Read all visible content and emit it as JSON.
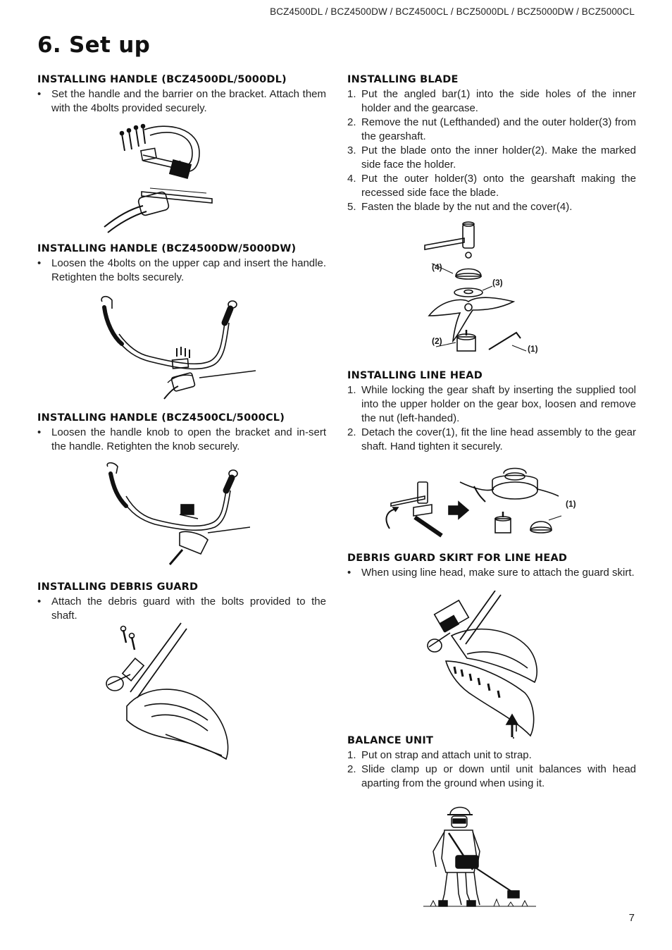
{
  "header": {
    "models": "BCZ4500DL / BCZ4500DW / BCZ4500CL / BCZ5000DL / BCZ5000DW / BCZ5000CL"
  },
  "title": "6. Set up",
  "page_number": "7",
  "left": {
    "handle_dl": {
      "heading": "INSTALLING HANDLE (BCZ4500DL/5000DL)",
      "items": [
        {
          "marker": "•",
          "text": "Set the handle and the barrier on the bracket. Attach them with the 4bolts provided securely."
        }
      ]
    },
    "handle_dw": {
      "heading": "INSTALLING HANDLE (BCZ4500DW/5000DW)",
      "items": [
        {
          "marker": "•",
          "text": "Loosen the 4bolts on the upper cap and insert the handle. Retighten the bolts securely."
        }
      ]
    },
    "handle_cl": {
      "heading": "INSTALLING HANDLE (BCZ4500CL/5000CL)",
      "items": [
        {
          "marker": "•",
          "text": "Loosen the handle knob to open the bracket and in-sert the handle. Retighten the knob securely."
        }
      ]
    },
    "debris_guard": {
      "heading": "INSTALLING DEBRIS GUARD",
      "items": [
        {
          "marker": "•",
          "text": "Attach the debris guard with the bolts provided to the shaft."
        }
      ]
    }
  },
  "right": {
    "blade": {
      "heading": "INSTALLING BLADE",
      "items": [
        {
          "marker": "1.",
          "text": "Put the angled bar(1) into the side holes of the inner holder and the gearcase."
        },
        {
          "marker": "2.",
          "text": "Remove the nut (Lefthanded) and the outer holder(3) from the gearshaft."
        },
        {
          "marker": "3.",
          "text": "Put the blade onto the inner holder(2). Make the marked side face the holder."
        },
        {
          "marker": "4.",
          "text": "Put the outer holder(3) onto the gearshaft making the recessed side face the blade."
        },
        {
          "marker": "5.",
          "text": "Fasten the blade by the nut and the cover(4)."
        }
      ],
      "figure_labels": {
        "l4": "(4)",
        "l3": "(3)",
        "l2": "(2)",
        "l1": "(1)"
      }
    },
    "line_head": {
      "heading": "INSTALLING LINE HEAD",
      "items": [
        {
          "marker": "1.",
          "text": "While locking the gear shaft by inserting the supplied tool into the upper holder on the gear box, loosen and remove the nut (left-handed)."
        },
        {
          "marker": "2.",
          "text": "Detach the cover(1), fit the line head assembly to the gear shaft. Hand tighten it securely."
        }
      ],
      "figure_labels": {
        "l1": "(1)"
      }
    },
    "skirt": {
      "heading": "DEBRIS GUARD SKIRT FOR LINE HEAD",
      "items": [
        {
          "marker": "•",
          "text": "When using line head, make sure to attach the guard skirt."
        }
      ]
    },
    "balance": {
      "heading": "BALANCE UNIT",
      "items": [
        {
          "marker": "1.",
          "text": "Put on strap and attach unit to strap."
        },
        {
          "marker": "2.",
          "text": "Slide clamp up or down until unit balances with head aparting from the ground when using it."
        }
      ]
    }
  },
  "icons": {
    "handle_dl": "handle-bracket-bolts-illustration",
    "handle_dw": "bicycle-handle-illustration",
    "handle_cl": "handle-knob-illustration",
    "debris_guard": "debris-guard-illustration",
    "blade": "blade-assembly-illustration",
    "line_head": "line-head-illustration",
    "skirt": "guard-skirt-illustration",
    "balance": "operator-with-trimmer-illustration"
  }
}
